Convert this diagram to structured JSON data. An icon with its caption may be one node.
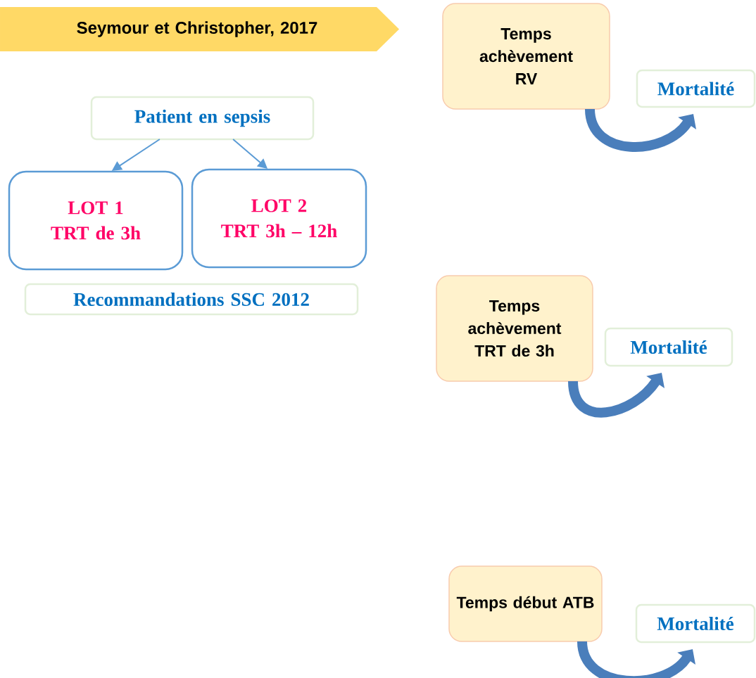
{
  "diagram": {
    "nodes": [
      {
        "text": [
          "Seymour et Christopher, 2017"
        ]
      },
      {
        "text": [
          "Patient en sepsis"
        ]
      },
      {
        "text": [
          "LOT 1",
          "TRT de 3h"
        ]
      },
      {
        "text": [
          "LOT 2",
          "TRT 3h – 12h"
        ]
      },
      {
        "text": [
          "Recommandations SSC 2012"
        ]
      },
      {
        "text": [
          "Temps achèvement RV"
        ]
      },
      {
        "text": [
          "Mortalité"
        ]
      },
      {
        "text": [
          "Temps achèvement TRT de 3h"
        ]
      },
      {
        "text": [
          "Mortalité"
        ]
      },
      {
        "text": [
          "Temps début ATB"
        ]
      },
      {
        "text": [
          "Mortalité"
        ]
      }
    ],
    "edges": [
      {
        "from": 1,
        "to": 2,
        "arrow": "to",
        "color": "#5b9bd5"
      },
      {
        "from": 1,
        "to": 3,
        "arrow": "to",
        "color": "#5b9bd5"
      },
      {
        "from": 5,
        "to": 6,
        "arrow": "to"
      },
      {
        "from": 7,
        "to": 8,
        "arrow": "to"
      },
      {
        "from": 9,
        "to": 10,
        "arrow": "to"
      }
    ]
  }
}
